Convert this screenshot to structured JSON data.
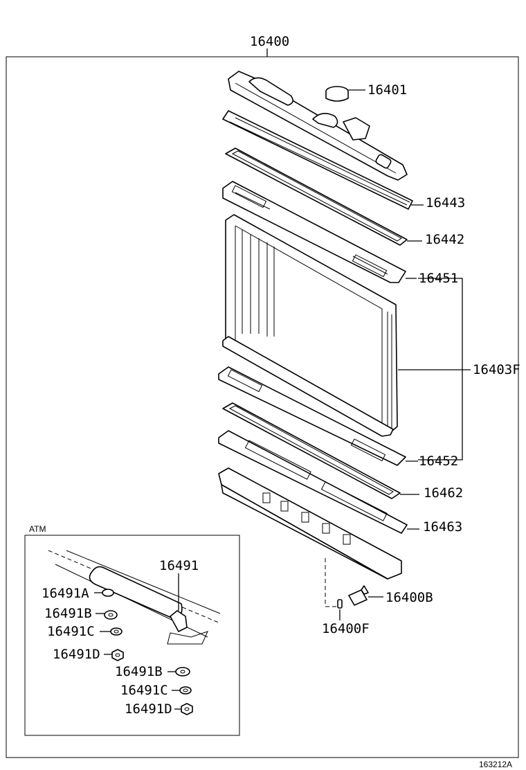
{
  "title_part": "16400",
  "inset_title": "ATM",
  "footer_code": "163212A",
  "parts": {
    "p16401": "16401",
    "p16443": "16443",
    "p16442": "16442",
    "p16451": "16451",
    "p16403F": "16403F",
    "p16452": "16452",
    "p16462": "16462",
    "p16463": "16463",
    "p16400B": "16400B",
    "p16400F": "16400F"
  },
  "inset_parts": {
    "p16491": "16491",
    "p16491A": "16491A",
    "p16491B_1": "16491B",
    "p16491C_1": "16491C",
    "p16491D_1": "16491D",
    "p16491B_2": "16491B",
    "p16491C_2": "16491C",
    "p16491D_2": "16491D"
  }
}
